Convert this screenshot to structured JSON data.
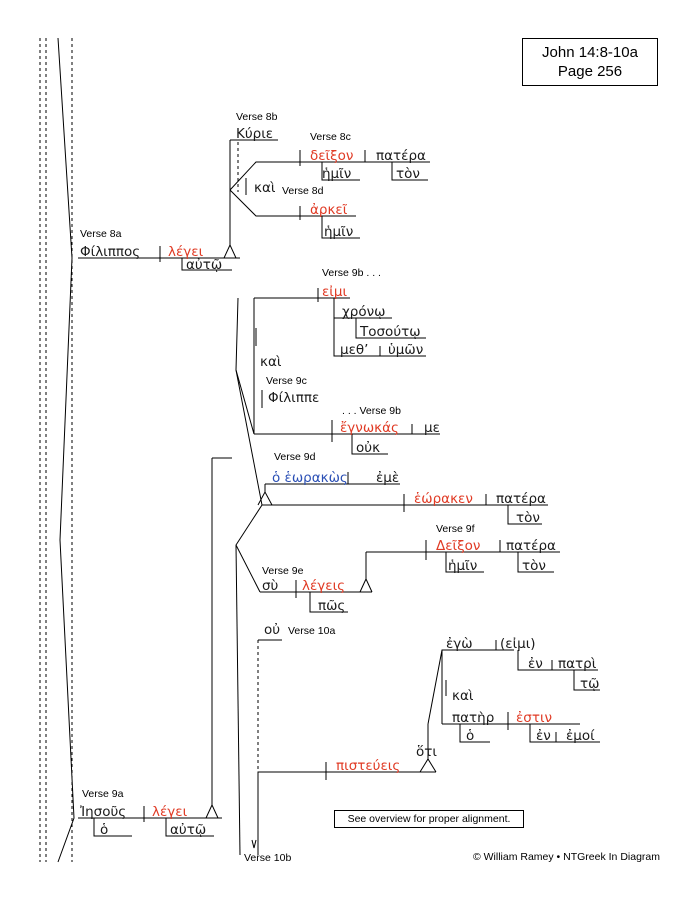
{
  "reference": {
    "passage": "John 14:8-10a",
    "page": "Page 256"
  },
  "note": "See overview for proper alignment.",
  "credit": "© William Ramey • NTGreek In Diagram",
  "verse_labels": {
    "v8a": "Verse 8a",
    "v8b": "Verse 8b",
    "v8c": "Verse 8c",
    "v8d": "Verse 8d",
    "v9b_cont": "Verse 9b . . .",
    "v9c": "Verse 9c",
    "v9b_tail": ". . . Verse 9b",
    "v9d": "Verse 9d",
    "v9f": "Verse 9f",
    "v9e": "Verse 9e",
    "v10a": "Verse 10a",
    "v9a": "Verse 9a",
    "v10b": "Verse 10b"
  },
  "words": {
    "philippos": "Φίλιππος",
    "legei_8a": "λέγει",
    "auto_8a": "αὐτῷ",
    "kyrie": "Κύριε",
    "deixon_8c": "δεῖξον",
    "patera_8c": "πατέρα",
    "hemin_8c": "ἡμῖν",
    "ton_8c": "τὸν",
    "kai_8d": "καὶ",
    "arkei": "ἀρκεῖ",
    "hemin_8d": "ἡμῖν",
    "eimi": "εἰμι",
    "chrono": "χρόνῳ",
    "tosouto": "Τοσούτῳ",
    "meth": "μεθ’",
    "hymon": "ὑμῶν",
    "kai_9c": "καὶ",
    "philippe": "Φίλιππε",
    "egnokas": "ἔγνωκάς",
    "me": "με",
    "ouk": "οὐκ",
    "ho_eorakos": "ὁ ἑωρακὼς",
    "eme": "ἐμὲ",
    "eoraken": "ἑώρακεν",
    "patera_9d": "πατέρα",
    "ton_9d": "τὸν",
    "deixon_9f": "Δεῖξον",
    "patera_9f": "πατέρα",
    "hemin_9f": "ἡμῖν",
    "ton_9f": "τὸν",
    "sy": "σὺ",
    "legeis": "λέγεις",
    "pos": "πῶς",
    "ou_10a": "οὐ",
    "ego": "ἐγὼ",
    "eimi_paren": "(εἰμι)",
    "en_1": "ἐν",
    "patri": "πατρὶ",
    "to": "τῷ",
    "kai_10": "καὶ",
    "pater": "πατὴρ",
    "estin": "ἐστιν",
    "ho_10": "ὁ",
    "en_2": "ἐν",
    "emoi": "ἐμοί",
    "hoti": "ὅτι",
    "pisteueis": "πιστεύεις",
    "iesous": "Ἰησοῦς",
    "ho_9a": "ὁ",
    "legei_9a": "λέγει",
    "auto_9a": "αὐτῷ"
  },
  "colors": {
    "verb": "#e03a24",
    "participle": "#2a4fb5",
    "text": "#1a1a1a"
  }
}
